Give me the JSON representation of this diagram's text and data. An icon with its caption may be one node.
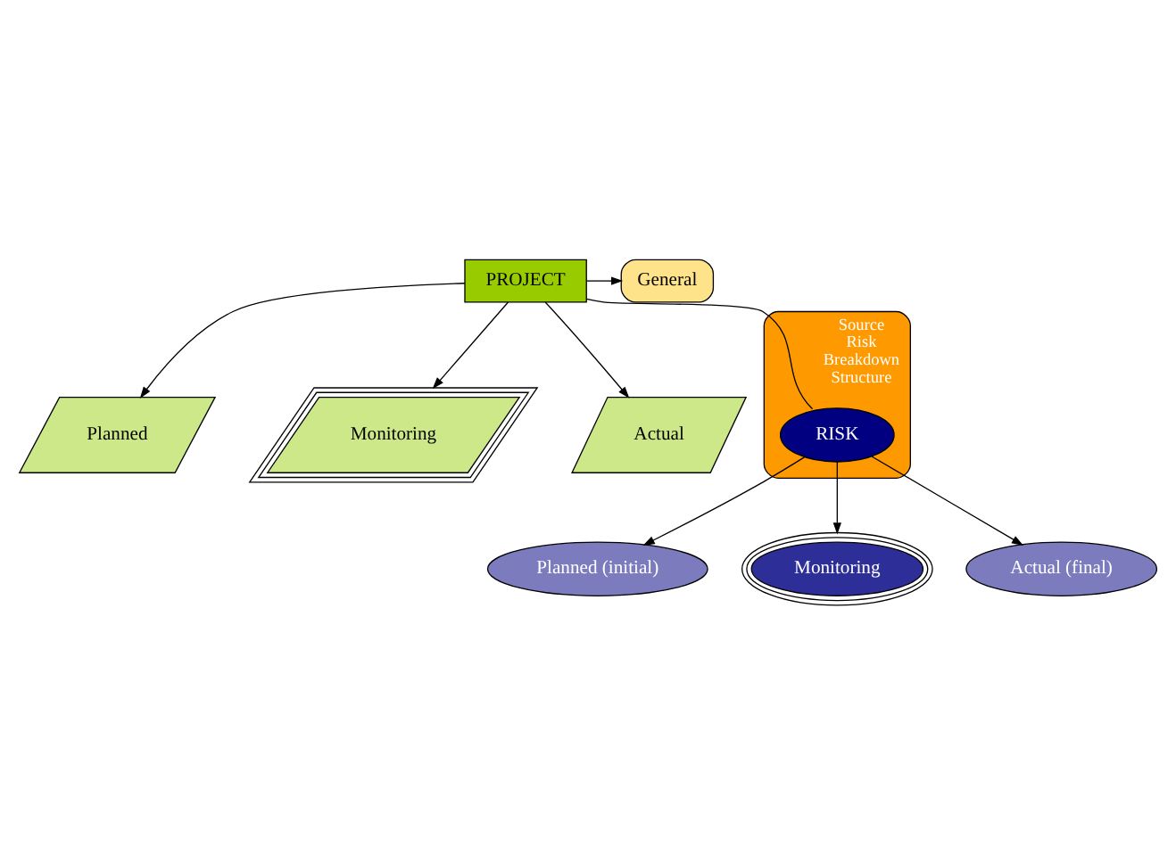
{
  "diagram": {
    "nodes": [
      {
        "text": [
          "PROJECT"
        ]
      },
      {
        "text": [
          "General"
        ]
      },
      {
        "text": [
          "Planned"
        ]
      },
      {
        "text": [
          "Monitoring"
        ]
      },
      {
        "text": [
          "Actual"
        ]
      },
      {
        "text": [
          "Source Risk Breakdown Structure"
        ]
      },
      {
        "text": [
          "RISK"
        ],
        "in": 5
      },
      {
        "text": [
          "Planned (initial)"
        ]
      },
      {
        "text": [
          "Monitoring"
        ]
      },
      {
        "text": [
          "Actual (final)"
        ]
      }
    ],
    "edges": [
      {
        "from": 0,
        "to": 1,
        "arrow": "to"
      },
      {
        "from": 0,
        "to": 2,
        "arrow": "to"
      },
      {
        "from": 0,
        "to": 3,
        "arrow": "to"
      },
      {
        "from": 0,
        "to": 4,
        "arrow": "to"
      },
      {
        "from": 0,
        "to": 6,
        "arrow": "none"
      },
      {
        "from": 6,
        "to": 7,
        "arrow": "to"
      },
      {
        "from": 6,
        "to": 8,
        "arrow": "to"
      },
      {
        "from": 6,
        "to": 9,
        "arrow": "to"
      }
    ]
  }
}
